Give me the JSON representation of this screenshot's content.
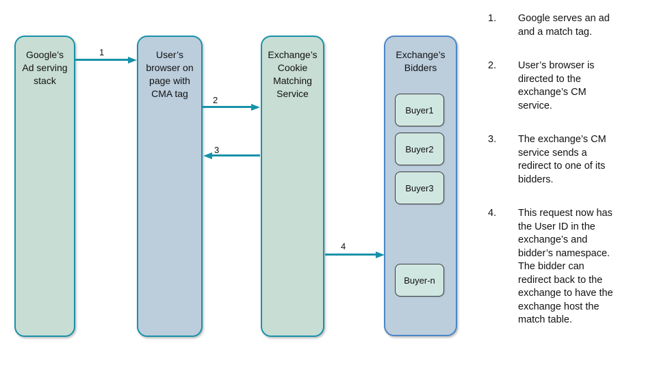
{
  "colors": {
    "teal": "#1792a9",
    "green_fill": "#c8ddd4",
    "blue_fill": "#bccddc",
    "blue_border": "#4a86c6",
    "buyer_fill": "#d0e6e1",
    "buyer_border": "#3d3d3d",
    "text": "#111111"
  },
  "nodes": {
    "google": {
      "label": "Google’s\nAd serving\nstack"
    },
    "browser": {
      "label": "User’s\nbrowser on\npage with\nCMA tag"
    },
    "cm_service": {
      "label": "Exchange’s\nCookie\nMatching\nService"
    },
    "bidders": {
      "label": "Exchange’s\nBidders",
      "buyers": [
        "Buyer1",
        "Buyer2",
        "Buyer3",
        "Buyer-n"
      ]
    }
  },
  "arrows": [
    {
      "label": "1"
    },
    {
      "label": "2"
    },
    {
      "label": "3"
    },
    {
      "label": "4"
    }
  ],
  "steps": [
    {
      "num": "1.",
      "text": "Google serves an ad\nand a match tag."
    },
    {
      "num": "2.",
      "text": "User’s browser is\ndirected to the\nexchange’s CM\nservice."
    },
    {
      "num": "3.",
      "text": "The exchange’s CM\nservice sends a\nredirect to one of its\nbidders."
    },
    {
      "num": "4.",
      "text": "This request now has\nthe User ID in the\nexchange’s and\nbidder’s namespace.\nThe bidder can\nredirect back to the\nexchange to have the\nexchange host the\nmatch table."
    }
  ]
}
